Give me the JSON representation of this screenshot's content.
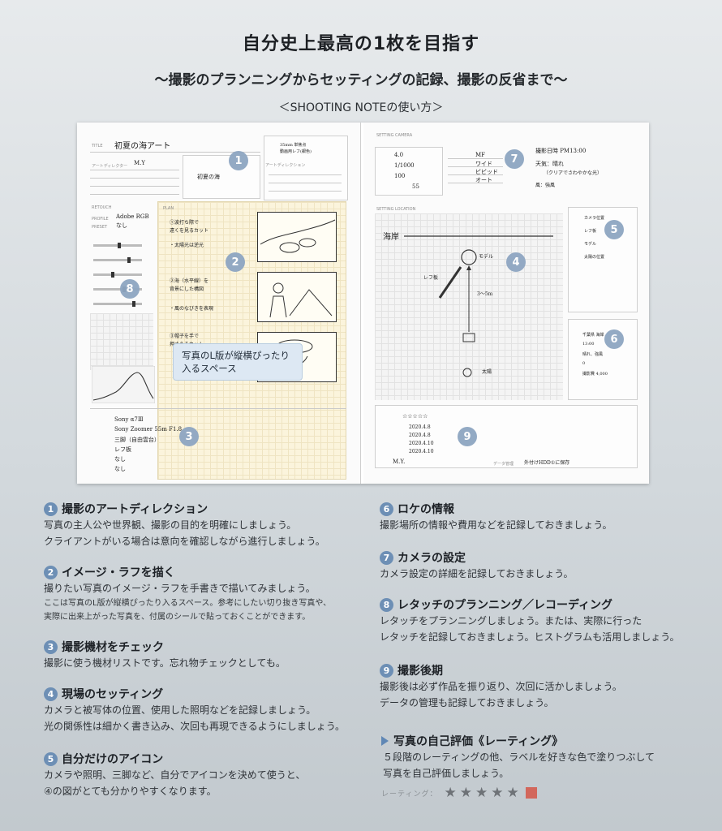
{
  "header": {
    "title": "自分史上最高の1枚を目指す",
    "subtitle": "〜撮影のプランニングからセッティングの記録、撮影の反省まで〜",
    "howto": "＜SHOOTING NOTEの使い方＞"
  },
  "notebook": {
    "left": {
      "title_label": "TITLE",
      "title_value": "初夏の海アート",
      "art_director_label": "アートディレクター",
      "art_director_value": "M.Y",
      "direction_label": "アートディレクション",
      "plan_label": "PLAN",
      "retouch_label": "RETOUCH",
      "profile_label": "PROFILE",
      "profile_value": "Adobe RGB",
      "preset_label": "PRESET",
      "preset_value": "なし",
      "callout": [
        "写真のL版が縦横ぴったり",
        "入るスペース"
      ],
      "marker_1": "1",
      "marker_2": "2",
      "marker_3": "3",
      "marker_8": "8"
    },
    "right": {
      "camera_label": "SETTING CAMERA",
      "cam_values": [
        "4.0",
        "1/1000",
        "100",
        "55"
      ],
      "focus_value": "MF",
      "lens_value": "ワイド",
      "style_value": "ビビッド",
      "wb_value": "オート",
      "shoot_date": "撮影日時 PM13:00",
      "weather": "天気：晴れ",
      "location_label": "SETTING LOCATION",
      "scene_text": "海岸",
      "model_text": "モデル",
      "reflector_text": "レフ板",
      "distance_text": "3〜5m",
      "sun_text": "太陽",
      "rating_stars": "☆☆☆☆☆",
      "dates": [
        "2020.4.8",
        "2020.4.8",
        "2020.4.10",
        "2020.4.10"
      ],
      "data_label": "データ管理",
      "data_value": "外付けHDD①に保存",
      "signature": "M.Y.",
      "marker_4": "4",
      "marker_5": "5",
      "marker_6": "6",
      "marker_7": "7",
      "marker_9": "9"
    }
  },
  "sections": [
    {
      "num": "1",
      "title": "撮影のアートディレクション",
      "lines": [
        "写真の主人公や世界観、撮影の目的を明確にしましょう。",
        "クライアントがいる場合は意向を確認しながら進行しましょう。"
      ]
    },
    {
      "num": "2",
      "title": "イメージ・ラフを描く",
      "lines": [
        "撮りたい写真のイメージ・ラフを手書きで描いてみましょう。"
      ],
      "small": [
        "ここは写真のL版が縦横ぴったり入るスペース。参考にしたい切り抜き写真や、",
        "実際に出来上がった写真を、付属のシールで貼っておくことができます。"
      ]
    },
    {
      "num": "3",
      "title": "撮影機材をチェック",
      "lines": [
        "撮影に使う機材リストです。忘れ物チェックとしても。"
      ]
    },
    {
      "num": "4",
      "title": "現場のセッティング",
      "lines": [
        "カメラと被写体の位置、使用した照明などを記録しましょう。",
        "光の関係性は細かく書き込み、次回も再現できるようにしましょう。"
      ]
    },
    {
      "num": "5",
      "title": "自分だけのアイコン",
      "lines": [
        "カメラや照明、三脚など、自分でアイコンを決めて使うと、",
        "④の図がとても分かりやすくなります。"
      ]
    },
    {
      "num": "6",
      "title": "ロケの情報",
      "lines": [
        "撮影場所の情報や費用などを記録しておきましょう。"
      ]
    },
    {
      "num": "7",
      "title": "カメラの設定",
      "lines": [
        "カメラ設定の詳細を記録しておきましょう。"
      ]
    },
    {
      "num": "8",
      "title": "レタッチのプランニング／レコーディング",
      "lines": [
        "レタッチをプランニングしましょう。または、実際に行った",
        "レタッチを記録しておきましょう。ヒストグラムも活用しましょう。"
      ]
    },
    {
      "num": "9",
      "title": "撮影後期",
      "lines": [
        "撮影後は必ず作品を振り返り、次回に活かしましょう。",
        "データの管理も記録しておきましょう。"
      ]
    }
  ],
  "rating": {
    "title": "写真の自己評価《レーティング》",
    "lines": [
      "５段階のレーティングの他、ラベルを好きな色で塗りつぶして",
      "写真を自己評価しましょう。"
    ],
    "label": "レーティング：",
    "stars": 5,
    "label_color": "#d2675c"
  }
}
